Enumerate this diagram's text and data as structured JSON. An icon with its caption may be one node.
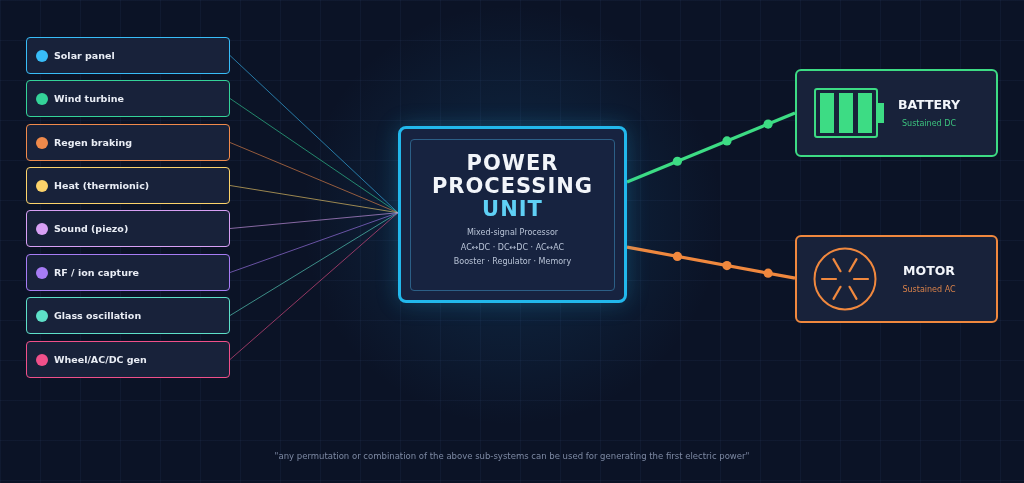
{
  "diagram": {
    "caption": "\"any permutation or combination of the above sub-systems can be used for generating the first electric power\"",
    "nodes": [
      {
        "text": [
          "Solar panel"
        ]
      },
      {
        "text": [
          "Wind turbine"
        ]
      },
      {
        "text": [
          "Regen braking"
        ]
      },
      {
        "text": [
          "Heat (thermionic)"
        ]
      },
      {
        "text": [
          "Sound (piezo)"
        ]
      },
      {
        "text": [
          "RF / ion capture"
        ]
      },
      {
        "text": [
          "Glass oscillation"
        ]
      },
      {
        "text": [
          "Wheel/AC/DC gen"
        ]
      },
      {
        "text": [
          "POWER PROCESSING",
          "UNIT",
          "Mixed-signal Processor",
          "AC↔DC · DC↔DC · AC↔AC",
          "Booster · Regulator · Memory"
        ]
      },
      {
        "text": [
          "BATTERY",
          "Sustained DC"
        ]
      },
      {
        "text": [
          "MOTOR",
          "Sustained AC"
        ]
      }
    ],
    "edges": [
      {
        "from": 0,
        "to": 8,
        "arrow": "none",
        "color": "#38bdf8"
      },
      {
        "from": 1,
        "to": 8,
        "arrow": "none",
        "color": "#34d399"
      },
      {
        "from": 2,
        "to": 8,
        "arrow": "none",
        "color": "#f08a4b"
      },
      {
        "from": 3,
        "to": 8,
        "arrow": "none",
        "color": "#fcd36a"
      },
      {
        "from": 4,
        "to": 8,
        "arrow": "none",
        "color": "#d8a0f5"
      },
      {
        "from": 5,
        "to": 8,
        "arrow": "none",
        "color": "#a77cf5"
      },
      {
        "from": 6,
        "to": 8,
        "arrow": "none",
        "color": "#5ee0c8"
      },
      {
        "from": 7,
        "to": 8,
        "arrow": "none",
        "color": "#f0508a"
      },
      {
        "from": 8,
        "to": 9,
        "arrow": "none",
        "style": "thick",
        "color": "#3ddc84"
      },
      {
        "from": 8,
        "to": 10,
        "arrow": "none",
        "style": "thick",
        "color": "#f0883e"
      }
    ]
  }
}
